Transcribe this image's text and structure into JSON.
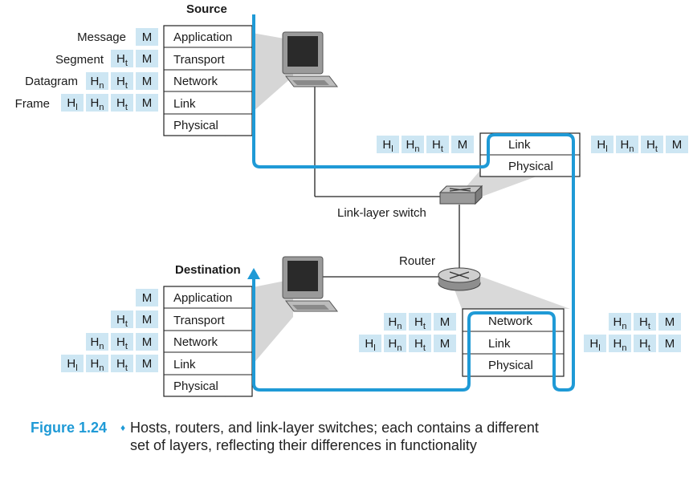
{
  "labels": {
    "source": "Source",
    "destination": "Destination",
    "switch": "Link-layer switch",
    "router": "Router"
  },
  "pdu_names": {
    "message": "Message",
    "segment": "Segment",
    "datagram": "Datagram",
    "frame": "Frame"
  },
  "layers": {
    "application": "Application",
    "transport": "Transport",
    "network": "Network",
    "link": "Link",
    "physical": "Physical"
  },
  "headers": {
    "M": "M",
    "H": "H",
    "t": "t",
    "n": "n",
    "l": "l"
  },
  "caption": {
    "figure": "Figure 1.24",
    "bullet": "♦",
    "text": "Hosts, routers, and link-layer switches; each contains a different set of layers, reflecting their differences in functionality"
  },
  "colors": {
    "accent": "#1f9ad6",
    "header_fill": "#cde6f3",
    "shadow": "#d9d9d9"
  }
}
